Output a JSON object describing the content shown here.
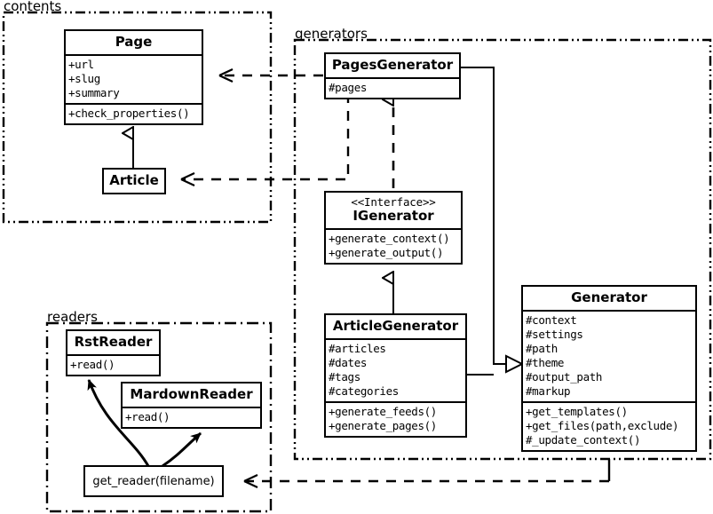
{
  "diagram": {
    "kind": "uml-class-diagram",
    "stroke_color": "#000000",
    "background_color": "#ffffff"
  },
  "packages": [
    {
      "name": "contents",
      "label": "contents"
    },
    {
      "name": "generators",
      "label": "generators"
    },
    {
      "name": "readers",
      "label": "readers"
    }
  ],
  "classes": {
    "page": {
      "title": "Page",
      "attributes": [
        "+url",
        "+slug",
        "+summary"
      ],
      "methods": [
        "+check_properties()"
      ]
    },
    "article": {
      "title": "Article",
      "attributes": [],
      "methods": []
    },
    "pages_generator": {
      "title": "PagesGenerator",
      "attributes": [
        "#pages"
      ],
      "methods": []
    },
    "igenerator": {
      "stereotype": "<<Interface>>",
      "title": "IGenerator",
      "attributes": [],
      "methods": [
        "+generate_context()",
        "+generate_output()"
      ]
    },
    "article_generator": {
      "title": "ArticleGenerator",
      "attributes": [
        "#articles",
        "#dates",
        "#tags",
        "#categories"
      ],
      "methods": [
        "+generate_feeds()",
        "+generate_pages()"
      ]
    },
    "generator": {
      "title": "Generator",
      "attributes": [
        "#context",
        "#settings",
        "#path",
        "#theme",
        "#output_path",
        "#markup"
      ],
      "methods": [
        "+get_templates()",
        "+get_files(path,exclude)",
        "#_update_context()"
      ]
    },
    "rst_reader": {
      "title": "RstReader",
      "attributes": [],
      "methods": [
        "+read()"
      ]
    },
    "mardown_reader": {
      "title": "MardownReader",
      "attributes": [],
      "methods": [
        "+read()"
      ]
    },
    "get_reader": {
      "title": "get_reader(filename)"
    }
  },
  "relationships": [
    {
      "from": "article",
      "to": "page",
      "type": "generalization",
      "line": "solid",
      "arrowhead": "hollow-triangle"
    },
    {
      "from": "pages_generator",
      "to": "igenerator",
      "type": "realization",
      "line": "dashed",
      "arrowhead": "hollow-triangle"
    },
    {
      "from": "article_generator",
      "to": "igenerator",
      "type": "generalization",
      "line": "solid",
      "arrowhead": "hollow-triangle"
    },
    {
      "from": "pages_generator",
      "to": "generator",
      "type": "generalization",
      "line": "solid",
      "arrowhead": "hollow-triangle"
    },
    {
      "from": "article_generator",
      "to": "generator",
      "type": "generalization",
      "line": "solid",
      "arrowhead": "hollow-triangle"
    },
    {
      "from": "pages_generator",
      "to": "page",
      "type": "dependency",
      "line": "dashed",
      "arrowhead": "open"
    },
    {
      "from": "generators",
      "to": "article",
      "type": "dependency",
      "line": "dashed",
      "arrowhead": "open"
    },
    {
      "from": "generators",
      "to": "get_reader",
      "type": "dependency",
      "line": "dashed",
      "arrowhead": "open"
    },
    {
      "from": "get_reader",
      "to": "rst_reader",
      "type": "association",
      "line": "curved-solid",
      "arrowhead": "filled"
    },
    {
      "from": "get_reader",
      "to": "mardown_reader",
      "type": "association",
      "line": "curved-solid",
      "arrowhead": "filled"
    }
  ]
}
